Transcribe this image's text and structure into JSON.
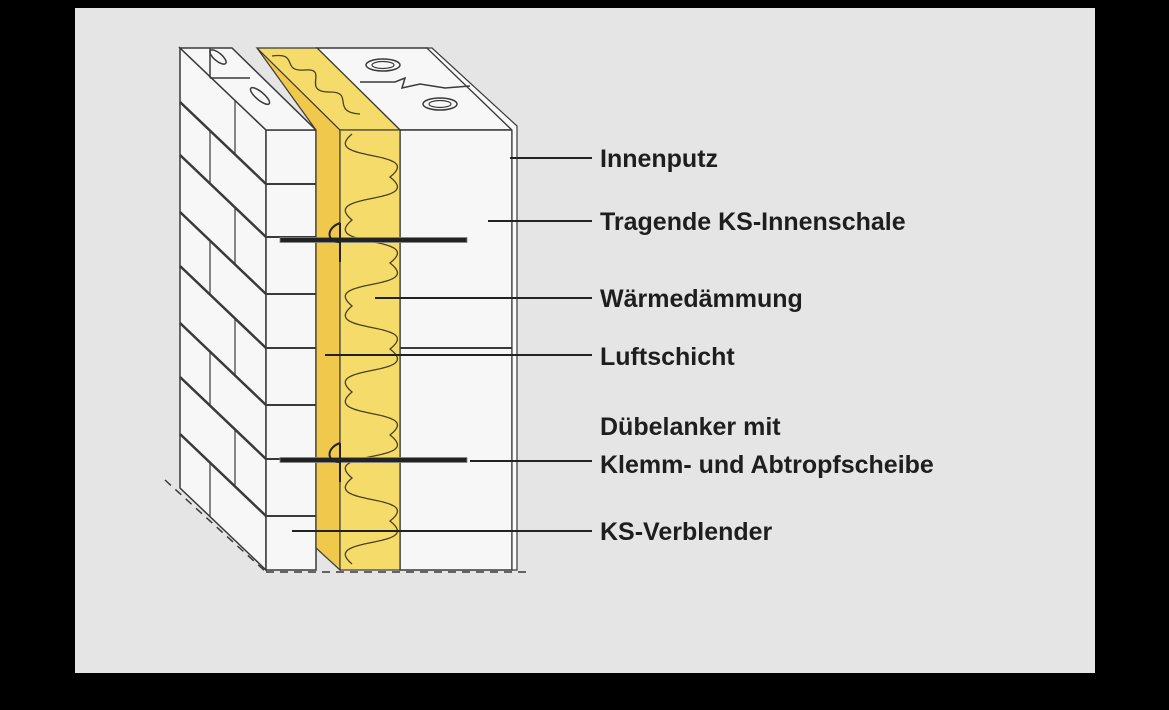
{
  "diagram": {
    "labels": [
      {
        "id": "innenputz",
        "lines": [
          "Innenputz"
        ]
      },
      {
        "id": "innenschale",
        "lines": [
          "Tragende KS-Innenschale"
        ]
      },
      {
        "id": "waermedaemmung",
        "lines": [
          "Wärmedämmung"
        ]
      },
      {
        "id": "luftschicht",
        "lines": [
          "Luftschicht"
        ]
      },
      {
        "id": "duebelanker",
        "lines": [
          "Dübelanker mit",
          "Klemm- und Abtropfscheibe"
        ]
      },
      {
        "id": "verblender",
        "lines": [
          "KS-Verblender"
        ]
      }
    ],
    "colors": {
      "insulation": "#f5dc6a",
      "air_layer": "#f0c84c",
      "brick": "#f7f7f7",
      "line": "#3a3a3a",
      "background": "#e5e5e5"
    }
  }
}
